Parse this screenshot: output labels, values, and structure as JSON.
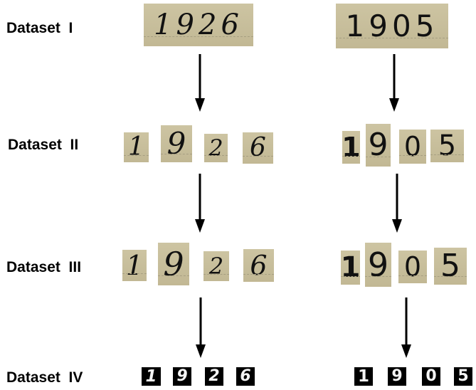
{
  "rows": [
    {
      "label": "Dataset  I"
    },
    {
      "label": "Dataset  II"
    },
    {
      "label": "Dataset  III"
    },
    {
      "label": "Dataset  IV"
    }
  ],
  "samples": [
    {
      "year_label": "1926",
      "digits": [
        "1",
        "9",
        "2",
        "6"
      ]
    },
    {
      "year_label": "1905",
      "digits": [
        "1",
        "9",
        "0",
        "5"
      ]
    }
  ],
  "colors": {
    "paper": "#c6bd9a",
    "ink": "#111111",
    "normalized_background": "#000000",
    "normalized_ink": "#f4f4f4",
    "arrow": "#000000"
  }
}
